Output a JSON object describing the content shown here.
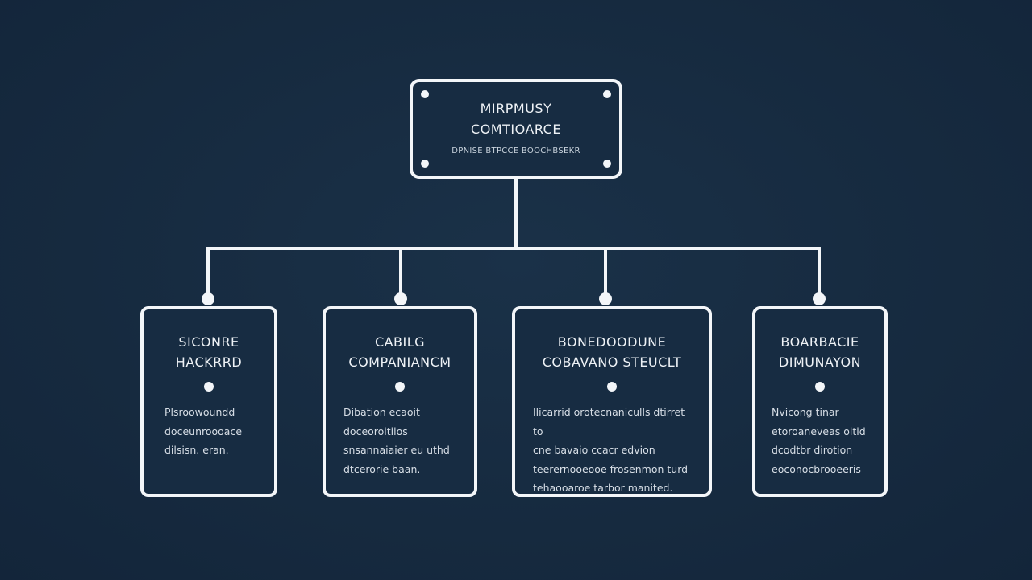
{
  "diagram": {
    "root": {
      "title": "MIRPMUSY\nCOMTIOARCE",
      "subtitle": "DPNISE BTPCCE BOOCHBSEKR"
    },
    "children": [
      {
        "title": "SICONRE\nHACKRRD",
        "description": "Plsroowoundd\ndoceunroooace\ndilsisn. eran."
      },
      {
        "title": "CABILG\nCOMPANIANCM",
        "description": "Dibation ecaoit\ndoceoroitilos\nsnsannaiaier eu uthd\ndtcerorie baan."
      },
      {
        "title": "BONEDOODUNE\nCOBAVANO STEUCLT",
        "description": "Ilicarrid orotecnaniculls dtirret to\ncne bavaio ccacr edvion\nteerernooeooe frosenmon turd\ntehaooaroe tarbor manited."
      },
      {
        "title": "BOARBACIE\nDIMUNAYON",
        "description": "Nvicong tinar\netoroaneveas oitid\ndcodtbr dirotion\neoconocbrooeeris"
      }
    ]
  },
  "colors": {
    "background": "#162a3f",
    "stroke": "#f3f6f9",
    "text": "#eef2f6"
  }
}
